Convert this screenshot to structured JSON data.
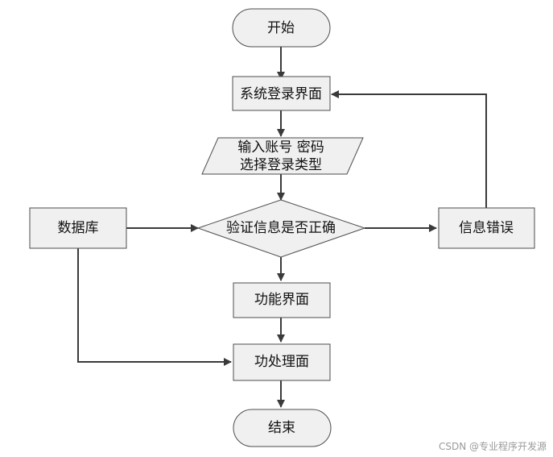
{
  "nodes": {
    "start": "开始",
    "login_screen": "系统登录界面",
    "input_line1": "输入账号 密码",
    "input_line2": "选择登录类型",
    "database": "数据库",
    "verify": "验证信息是否正确",
    "error": "信息错误",
    "function_screen": "功能界面",
    "process_screen": "功处理面",
    "end": "结束"
  },
  "watermark": "CSDN @专业程序开发源",
  "colors": {
    "node_fill": "#f0f0f0",
    "node_stroke": "#4d4d4d",
    "edge": "#3a3a3a"
  }
}
